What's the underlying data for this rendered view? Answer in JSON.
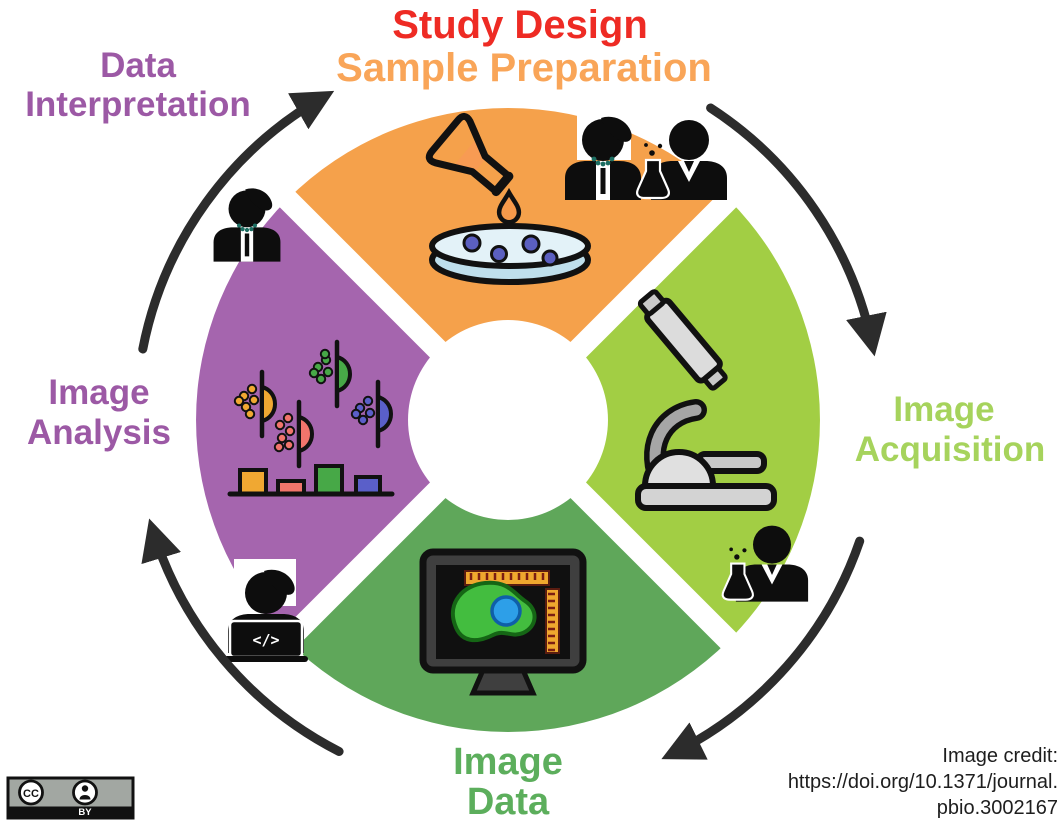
{
  "title": {
    "line1": "Study Design",
    "line2": "Sample Preparation"
  },
  "labels": {
    "data_interpretation": {
      "line1": "Data",
      "line2": "Interpretation"
    },
    "image_analysis": {
      "line1": "Image",
      "line2": "Analysis"
    },
    "image_acquisition": {
      "line1": "Image",
      "line2": "Acquisition"
    },
    "image_data": {
      "line1": "Image",
      "line2": "Data"
    }
  },
  "credit": {
    "line1": "Image credit:",
    "line2": "https://doi.org/10.1371/journal.",
    "line3": "pbio.3002167"
  },
  "license": {
    "cc_label": "CC",
    "by_label": "BY"
  },
  "laptop_code_text": "</>",
  "colors": {
    "title_red": "#EE2B24",
    "title_orange": "#F9A558",
    "quadrant_orange": "#F5A14B",
    "quadrant_lightgreen": "#A2CE44",
    "quadrant_green": "#5FA75A",
    "quadrant_purple": "#A565AE",
    "label_purple": "#9C59A5",
    "label_lightgreen": "#A6D35C",
    "label_green": "#5CAE5C",
    "arrow": "#2C2C2C",
    "credit_text": "#1E1E1E",
    "violin_orange": "#F0A832",
    "violin_red": "#F2756C",
    "violin_green": "#47A847",
    "violin_blue": "#5A5FC9",
    "petri_dot_blue": "#5B5FC0",
    "cell_green": "#43BD3F",
    "nucleus_blue": "#2D9FE8",
    "ruler_orange": "#EFA72E"
  }
}
